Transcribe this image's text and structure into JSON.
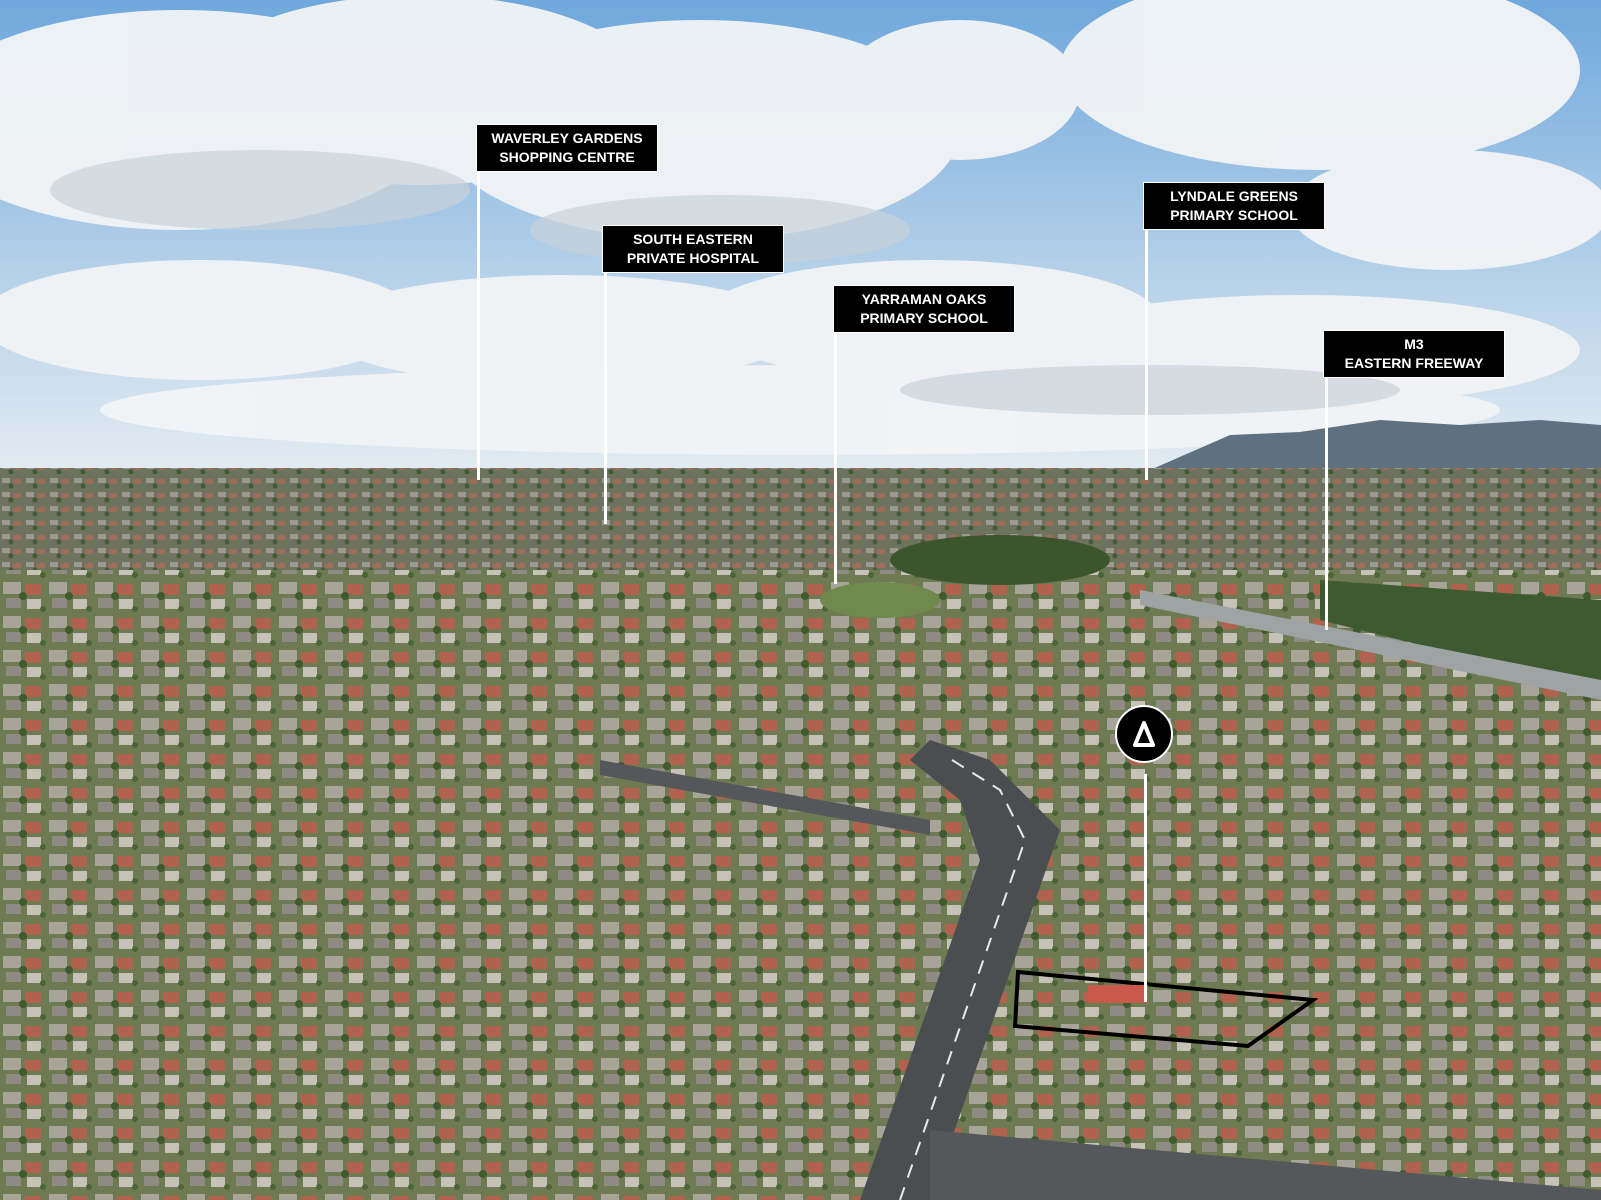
{
  "labels": [
    {
      "line1": "WAVERLEY GARDENS",
      "line2": "SHOPPING CENTRE"
    },
    {
      "line1": "SOUTH EASTERN",
      "line2": "PRIVATE HOSPITAL"
    },
    {
      "line1": "YARRAMAN OAKS",
      "line2": "PRIMARY SCHOOL"
    },
    {
      "line1": "LYNDALE GREENS",
      "line2": "PRIMARY SCHOOL"
    },
    {
      "line1": "M3",
      "line2": "EASTERN FREEWAY"
    }
  ],
  "marker": {
    "icon": "agency-logo-icon"
  },
  "colors": {
    "sky": "#7fb3e0",
    "cloud": "#f3f5f7",
    "label_bg": "#000000",
    "label_text": "#ffffff",
    "boundary": "#000000"
  }
}
